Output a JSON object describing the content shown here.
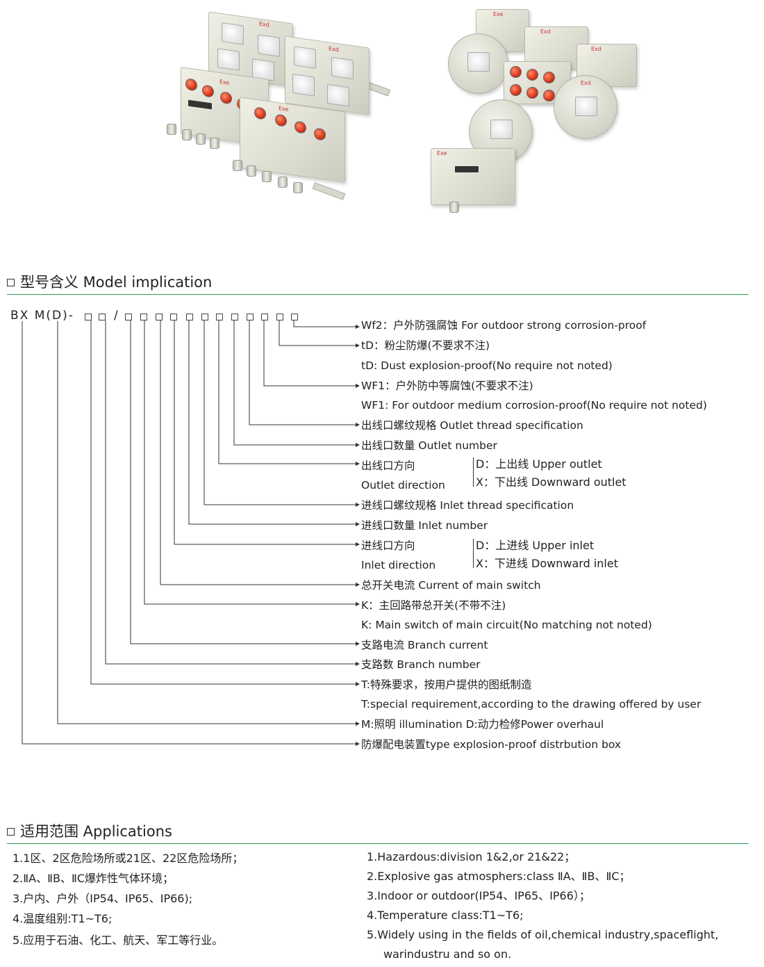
{
  "photos": {
    "left_labels": {
      "exd_top": "Exd",
      "exd_right": "Exd",
      "exe_left": "Exe",
      "exe_right": "Exe"
    },
    "right_labels": {
      "exe_top": "Exe",
      "exd_1": "Exd",
      "exd_2": "Exd",
      "exd_3": "Exd",
      "exe_bottom": "Exe"
    }
  },
  "model": {
    "title": "型号含义 Model implication",
    "code": {
      "prefix": "BX M(D)-",
      "slash": "/"
    },
    "legend": [
      "Wf2：户外防强腐蚀  For outdoor strong corrosion-proof",
      "tD：粉尘防爆(不要求不注)",
      "tD: Dust explosion-proof(No require not noted)",
      "WF1：户外防中等腐蚀(不要求不注)",
      "WF1: For outdoor medium corrosion-proof(No require not noted)",
      "出线口螺纹规格  Outlet thread specification",
      "出线口数量  Outlet number",
      "出线口方向",
      "Outlet direction",
      "进线口螺纹规格  Inlet thread specification",
      "进线口数量  Inlet number",
      "进线口方向",
      "Inlet direction",
      "总开关电流  Current of main switch",
      "K：主回路带总开关(不带不注)",
      "K: Main switch of main circuit(No matching not noted)",
      "支路电流  Branch current",
      "支路数  Branch number",
      "T:特殊要求，按用户提供的图纸制造",
      "T:special requirement,according to the drawing offered by user",
      "M:照明 illumination  D:动力检修Power overhaul",
      "防爆配电装置type explosion-proof distrbution box"
    ],
    "outlet_options": [
      "D：上出线  Upper outlet",
      "X：下出线  Downward outlet"
    ],
    "inlet_options": [
      "D：上进线  Upper inlet",
      "X：下进线  Downward inlet"
    ]
  },
  "applications": {
    "title": "适用范围 Applications",
    "cn": [
      "1.1区、2区危险场所或21区、22区危险场所；",
      "2.ⅡA、ⅡB、ⅡC爆炸性气体环境；",
      "3.户内、户外（IP54、IP65、IP66);",
      "4.温度组别:T1~T6;",
      "5.应用于石油、化工、航天、军工等行业。"
    ],
    "en": [
      "1.Hazardous:division 1&2,or 21&22；",
      "2.Explosive gas atmosphers:class ⅡA、ⅡB、ⅡC；",
      "3.Indoor or outdoor(IP54、IP65、IP66）；",
      "4.Temperature class:T1~T6;",
      "5.Widely using in the fields of oil,chemical industry,spaceflight,",
      "warindustru and so on."
    ]
  }
}
